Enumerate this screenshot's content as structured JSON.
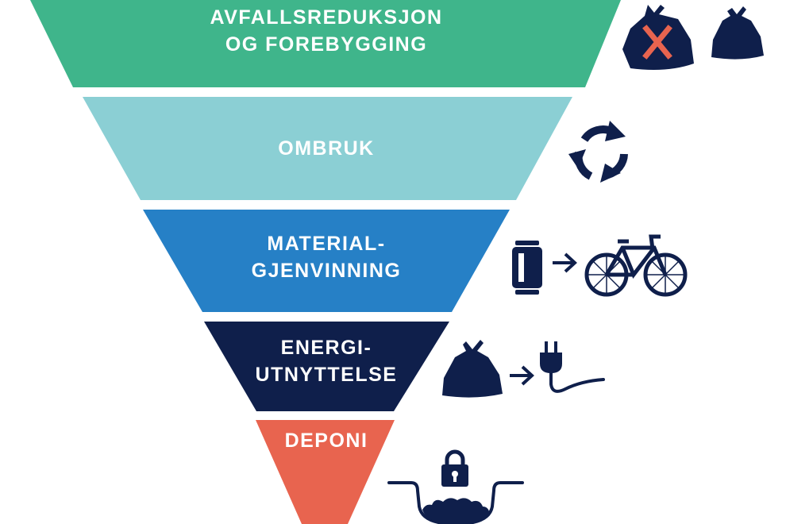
{
  "pyramid": {
    "levels": [
      {
        "line1": "AVFALLSREDUKSJON",
        "line2": "OG FOREBYGGING",
        "color": "#3fb58b",
        "icons": [
          "waste-bag-crossed-icon",
          "waste-bag-icon"
        ]
      },
      {
        "line1": "OMBRUK",
        "line2": "",
        "color": "#8bcfd4",
        "icons": [
          "circular-arrows-icon"
        ]
      },
      {
        "line1": "MATERIAL-",
        "line2": "GJENVINNING",
        "color": "#2680c6",
        "icons": [
          "can-icon",
          "arrow-right-icon",
          "bicycle-icon"
        ]
      },
      {
        "line1": "ENERGI-",
        "line2": "UTNYTTELSE",
        "color": "#0f1f4b",
        "icons": [
          "waste-bag-icon",
          "arrow-right-icon",
          "power-plug-icon"
        ]
      },
      {
        "line1": "DEPONI",
        "line2": "",
        "color": "#e8644f",
        "icons": [
          "padlock-icon",
          "landfill-pit-icon"
        ]
      }
    ]
  },
  "icon_color": "#0f1f4b",
  "cross_color": "#e8644f"
}
